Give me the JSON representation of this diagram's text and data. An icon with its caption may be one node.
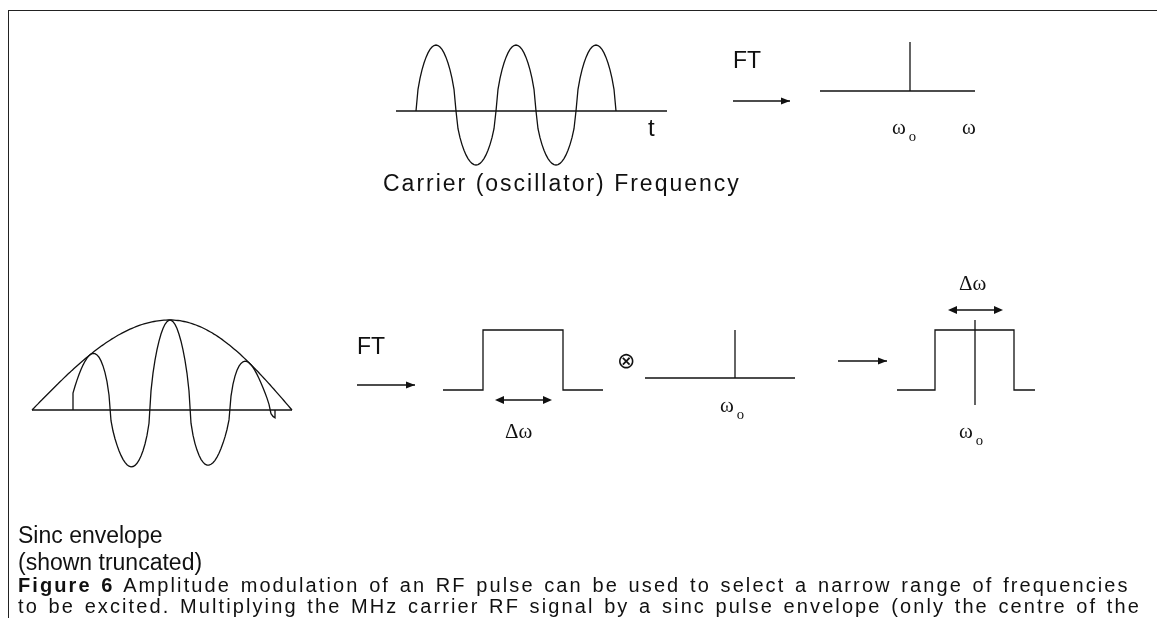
{
  "diagram": {
    "caption": "**Figure 6** Amplitude modulation of an RF pulse can be used to select a narrow range of frequencies to be excited. Multiplying the MHz carrier RF signal by a sinc pulse envelope (only the centre of the",
    "nodes": [
      {
        "text": [
          "t"
        ],
        "beside": [
          "Carrier (oscillator) Frequency"
        ]
      },
      {
        "text": [
          "ω$_{o}$",
          "ω"
        ]
      },
      {
        "text": [],
        "shape": "picture",
        "beside": [
          "Sinc envelope (shown truncated)"
        ]
      },
      {
        "text": [
          "Δω"
        ]
      },
      {
        "text": [
          "ω$_{o}$"
        ]
      },
      {
        "text": [
          "Δω",
          "ω$_{o}$"
        ]
      }
    ],
    "edges": [
      {
        "from": 0,
        "to": 1,
        "arrow": "to",
        "label": "FT"
      },
      {
        "from": 2,
        "to": 3,
        "arrow": "to",
        "label": "FT"
      },
      {
        "from": 4,
        "to": 5,
        "arrow": "to"
      }
    ],
    "labels": [
      "⊗"
    ]
  }
}
